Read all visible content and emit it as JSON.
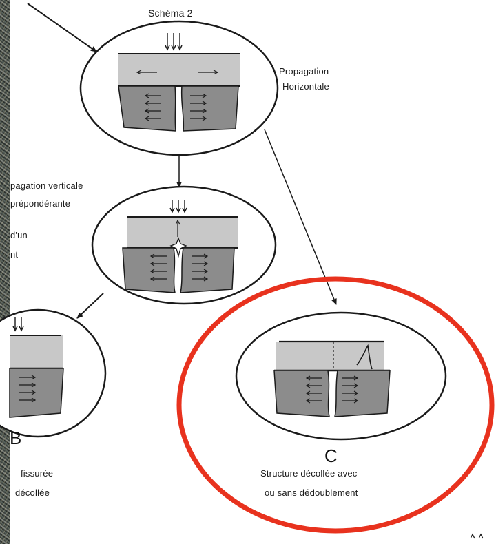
{
  "diagram": {
    "schema_title": "Schéma 2",
    "top_label": [
      "Propagation",
      "Horizontale"
    ],
    "vertical_label": [
      "pagation verticale",
      "prépondérante"
    ],
    "side_fragment": [
      "d'un",
      "nt"
    ],
    "left_letter": "B",
    "left_caption": [
      "fissurée",
      "décollée"
    ],
    "right_letter": "C",
    "right_caption": [
      "Structure décollée avec",
      "ou sans dédoublement"
    ]
  },
  "colors": {
    "upper_layer": "#c8c8c8",
    "lower_layer": "#8c8c8c",
    "outline": "#1a1a1a",
    "highlight_circle": "#e8321e",
    "background": "#ffffff"
  }
}
